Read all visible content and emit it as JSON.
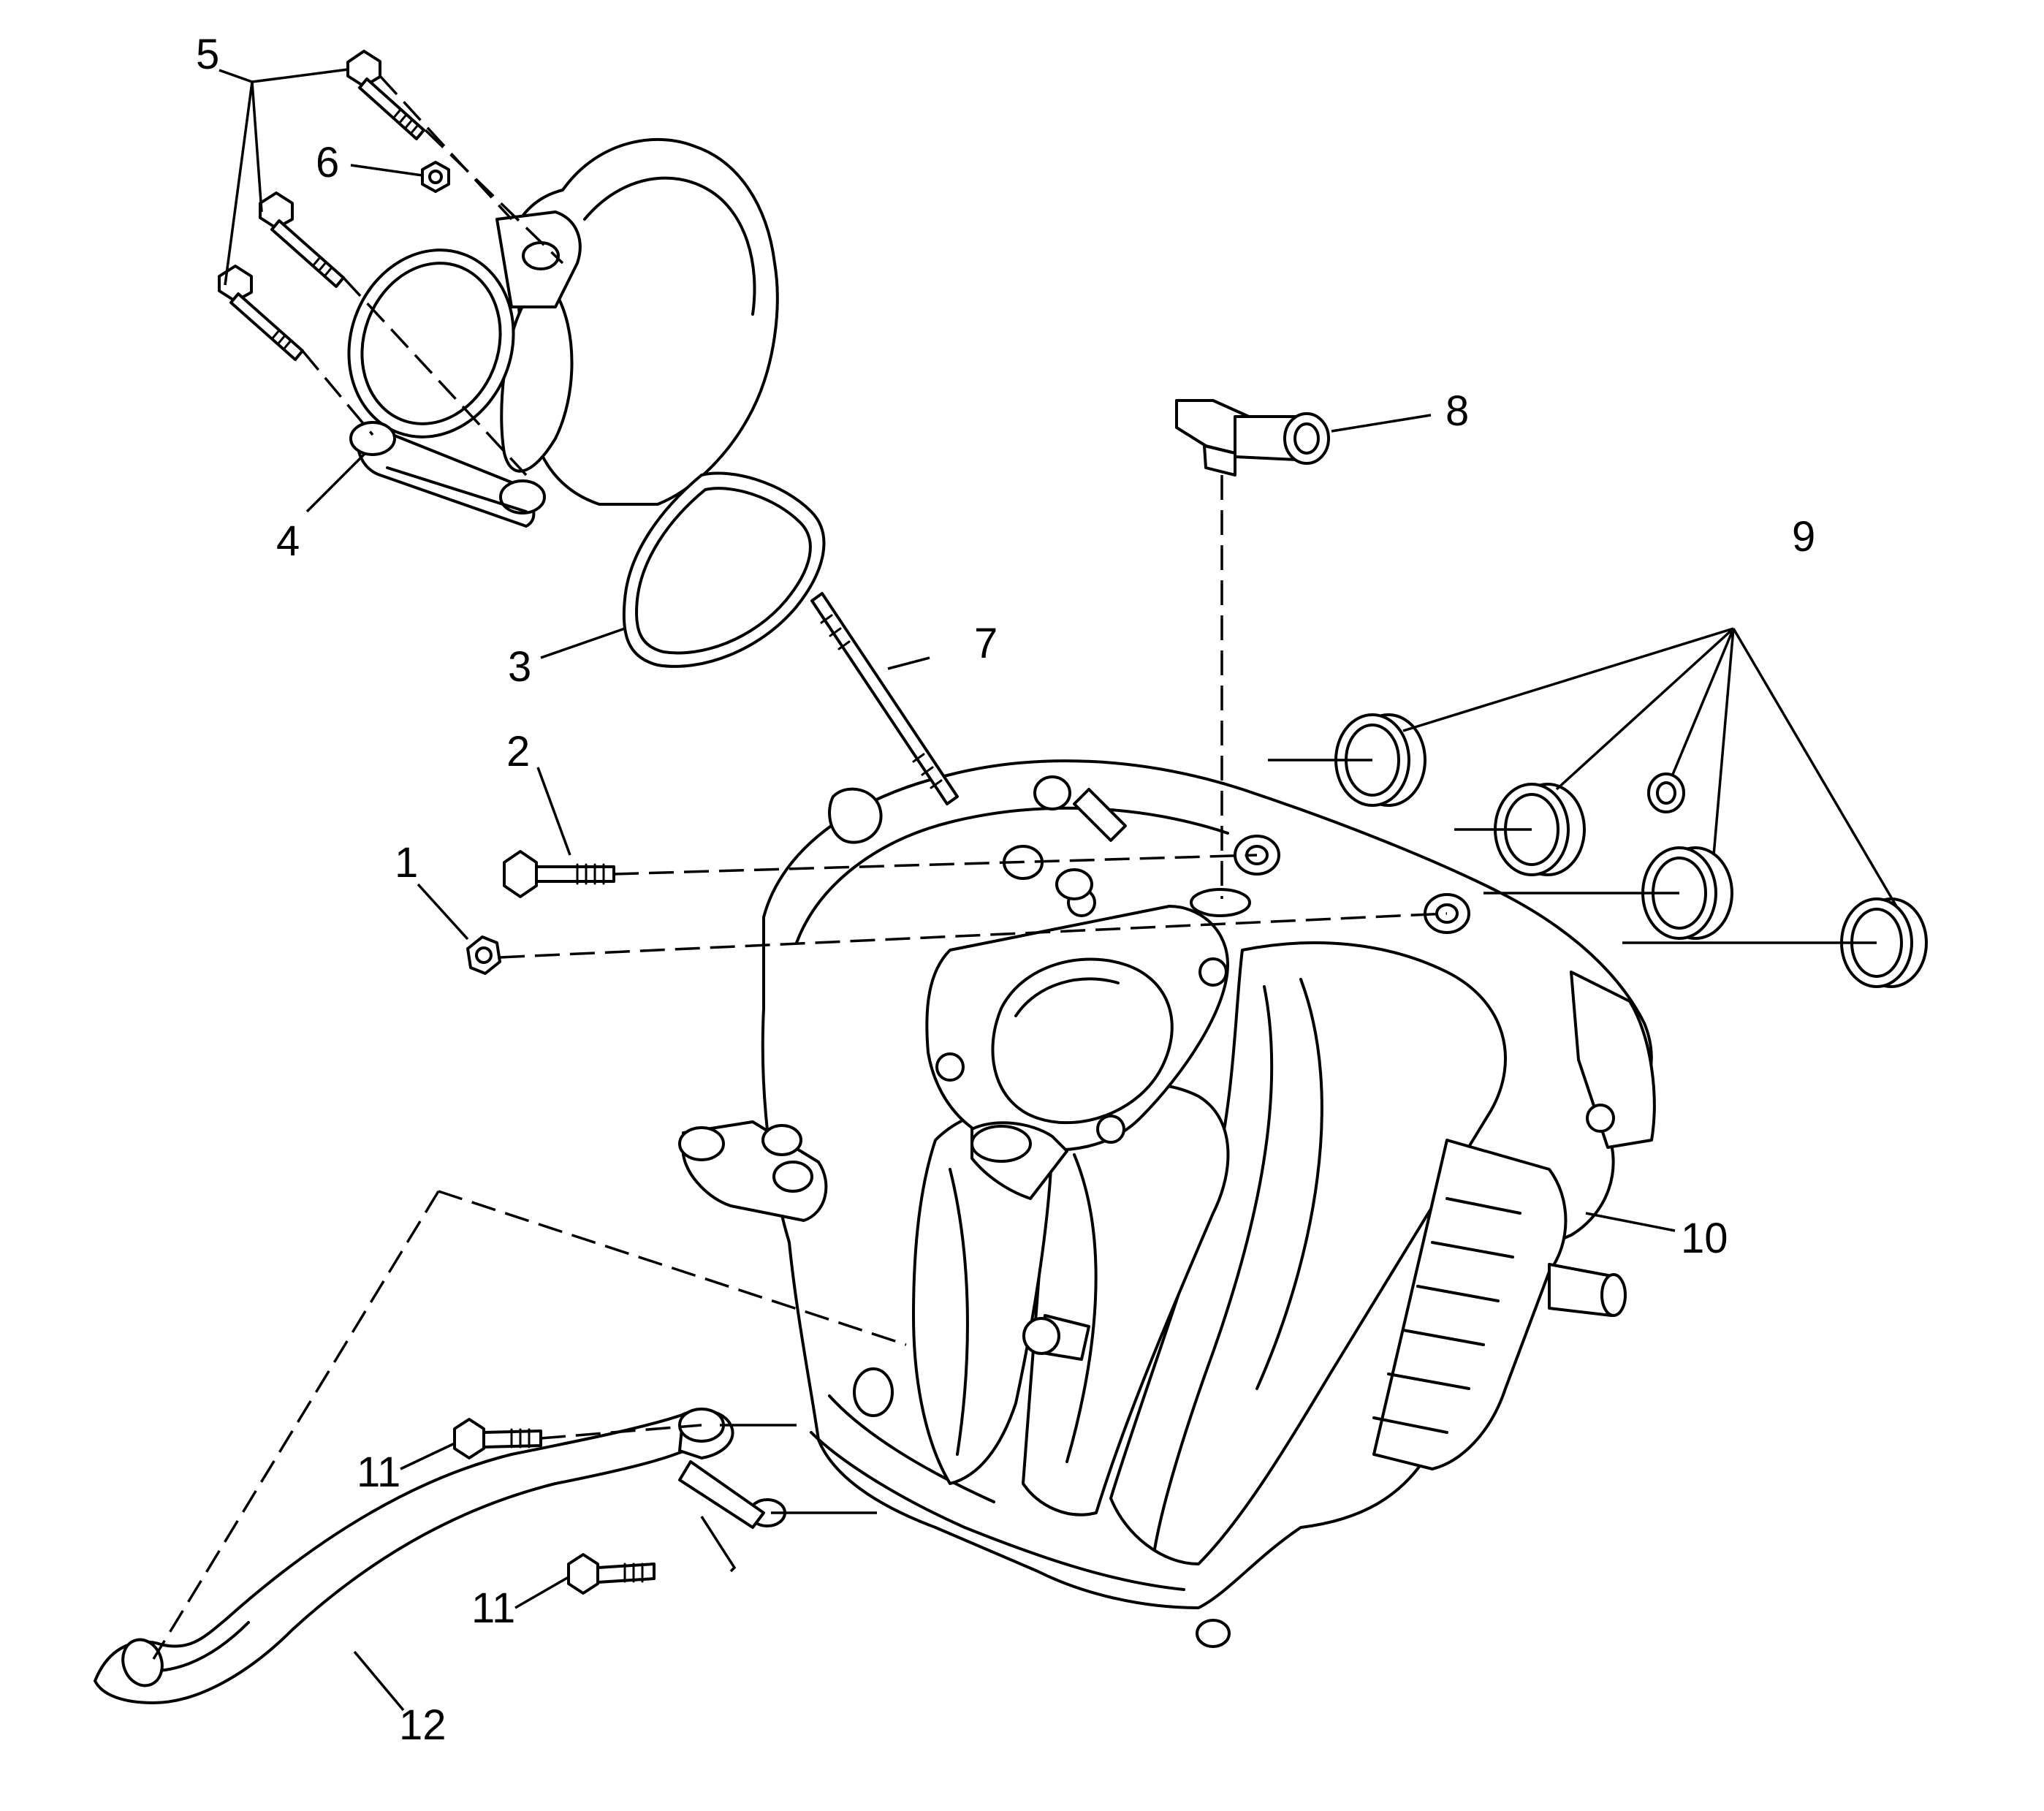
{
  "callouts": {
    "c1": "1",
    "c2": "2",
    "c3": "3",
    "c4": "4",
    "c5": "5",
    "c6": "6",
    "c7": "7",
    "c8": "8",
    "c9": "9",
    "c10": "10",
    "c11a": "11",
    "c11b": "11",
    "c12": "12"
  },
  "colors": {
    "line": "#000000",
    "background": "#ffffff"
  }
}
